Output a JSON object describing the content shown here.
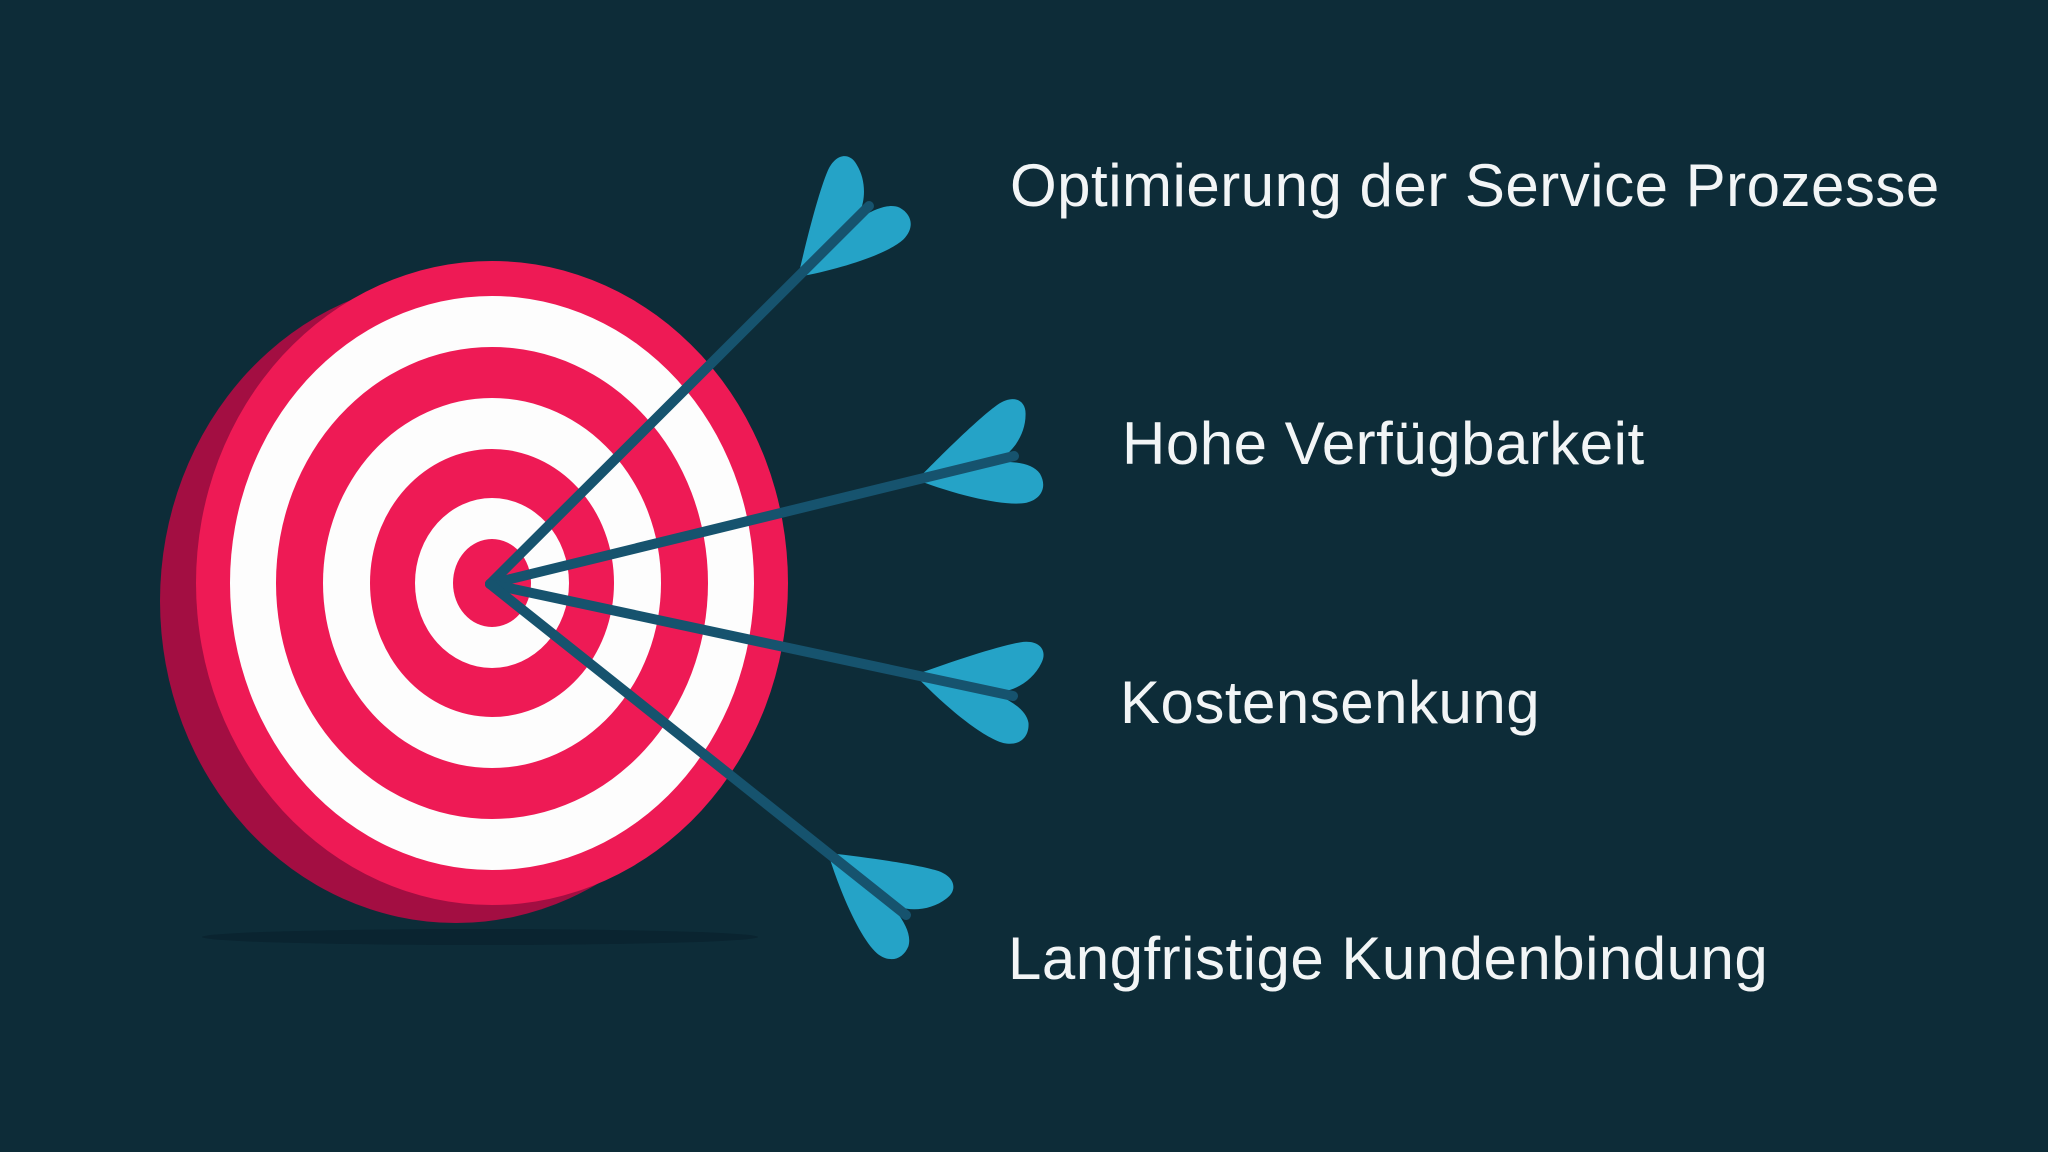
{
  "diagram": {
    "type": "target-with-arrows-infographic",
    "labels": [
      {
        "text": "Optimierung der Service Prozesse"
      },
      {
        "text": "Hohe Verfügbarkeit"
      },
      {
        "text": "Kostensenkung"
      },
      {
        "text": "Langfristige Kundenbindung"
      }
    ],
    "colors": {
      "background": "#0d2c38",
      "target_red": "#ee1a55",
      "target_rim_dark_red": "#a30e42",
      "ring_white": "#fdfdfd",
      "arrow_shaft": "#16536e",
      "arrow_fletching": "#25a3c7",
      "label_text": "#f2f5f6",
      "shadow": "#0a2430"
    }
  }
}
